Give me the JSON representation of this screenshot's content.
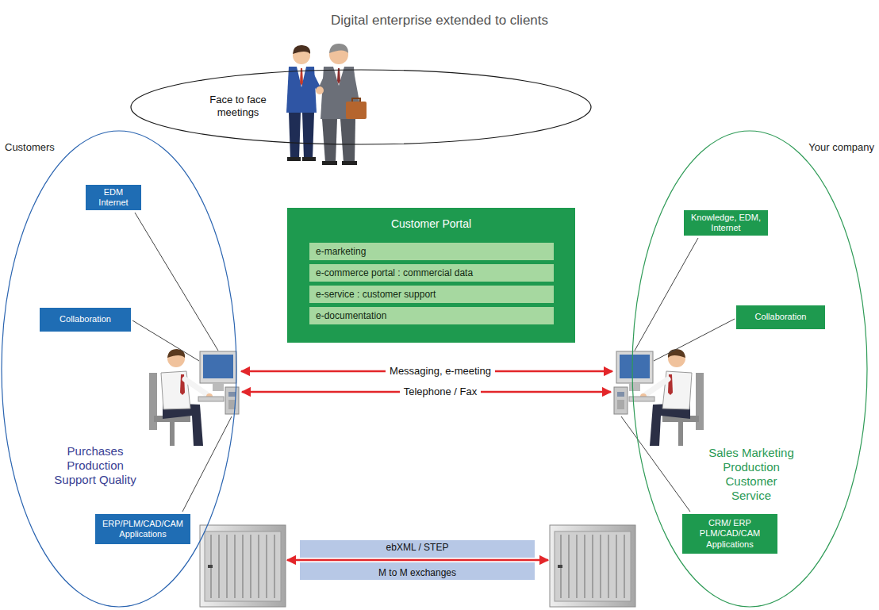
{
  "diagram": {
    "title": "Digital enterprise extended to clients",
    "nodes": [
      {
        "text": [
          "Face to face meetings"
        ]
      },
      {
        "text": [
          "Customers",
          "Purchases Production Support Quality"
        ]
      },
      {
        "text": [
          "EDM Internet"
        ],
        "in": 1
      },
      {
        "text": [
          "Collaboration"
        ],
        "in": 1
      },
      {
        "text": [
          "ERP/PLM/CAD/CAM Applications"
        ],
        "in": 1
      },
      {
        "text": [
          "Customer Portal"
        ]
      },
      {
        "text": [
          "e-marketing"
        ],
        "in": 5
      },
      {
        "text": [
          "e-commerce portal : commercial data"
        ],
        "in": 5
      },
      {
        "text": [
          "e-service : customer support"
        ],
        "in": 5
      },
      {
        "text": [
          "e-documentation"
        ],
        "in": 5
      },
      {
        "text": [
          "Your company",
          "Sales Marketing Production Customer Service"
        ]
      },
      {
        "text": [
          "Knowledge, EDM, Internet"
        ],
        "in": 10
      },
      {
        "text": [
          "Collaboration"
        ],
        "in": 10
      },
      {
        "text": [
          "CRM/ ERP PLM/CAD/CAM Applications"
        ],
        "in": 10
      },
      {
        "text": [
          "ebXML / STEP",
          "M to M exchanges"
        ]
      }
    ],
    "labels": [
      "Messaging, e-meeting",
      "Telephone / Fax"
    ]
  }
}
